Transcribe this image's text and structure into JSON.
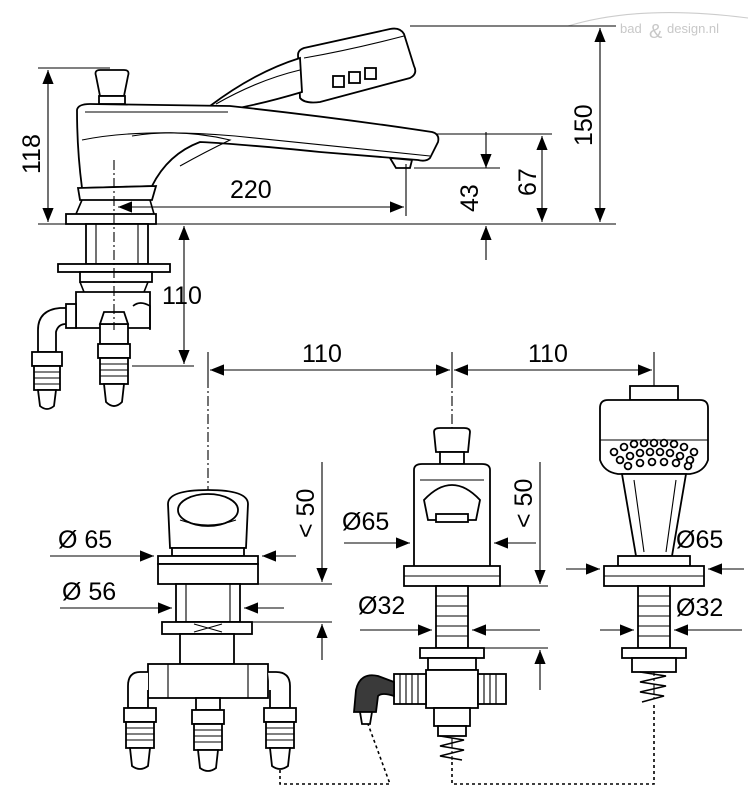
{
  "watermark": {
    "brand_left": "bad",
    "brand_amp": "&",
    "brand_right": "design.nl"
  },
  "dimensions": {
    "spout_height": "118",
    "spout_reach": "220",
    "outlet_height": "43",
    "handshower_height": "67",
    "total_height": "150",
    "shank_length": "110",
    "hole_spacing_left": "110",
    "hole_spacing_right": "110",
    "rosette_diameter_left": "Ø 65",
    "shank_diameter_left": "Ø 56",
    "rosette_diameter_middle": "Ø65",
    "hole_diameter_middle": "Ø32",
    "rosette_diameter_right": "Ø65",
    "hole_diameter_right": "Ø32",
    "deck_thickness_left": "< 50",
    "deck_thickness_middle": "< 50"
  }
}
